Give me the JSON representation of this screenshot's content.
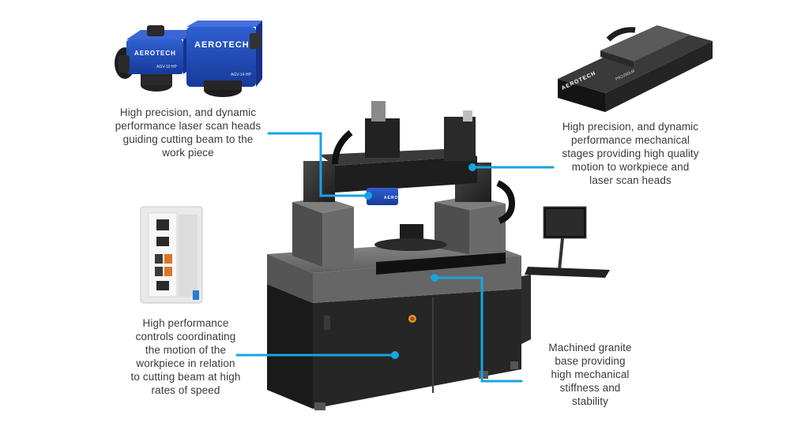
{
  "captions": {
    "scan_heads": [
      "High precision, and dynamic",
      "performance laser scan heads",
      "guiding cutting beam to the",
      "work piece"
    ],
    "stages": [
      "High precision, and dynamic",
      "performance mechanical",
      "stages providing high quality",
      "motion to workpiece and",
      "laser scan heads"
    ],
    "controls": [
      "High performance",
      "controls coordinating",
      "the motion of the",
      "workpiece in relation",
      "to cutting beam at high",
      "rates of speed"
    ],
    "granite": [
      "Machined granite",
      "base providing",
      "high mechanical",
      "stiffness and",
      "stability"
    ]
  },
  "brand": "AEROTECH",
  "product_labels": {
    "scan_head_left": "AGV-10 HP",
    "scan_head_right": "AGV-14 HP",
    "stage_model": "PRO280LM"
  },
  "colors": {
    "callout": "#1aa3e0",
    "text": "#3a3a3a",
    "granite": "#6f6f6f",
    "cabinet": "#232323",
    "aerotech_blue": "#1f47b8"
  },
  "icons": [
    "laser-scan-head",
    "linear-stage",
    "motion-controller",
    "workstation-machine"
  ]
}
